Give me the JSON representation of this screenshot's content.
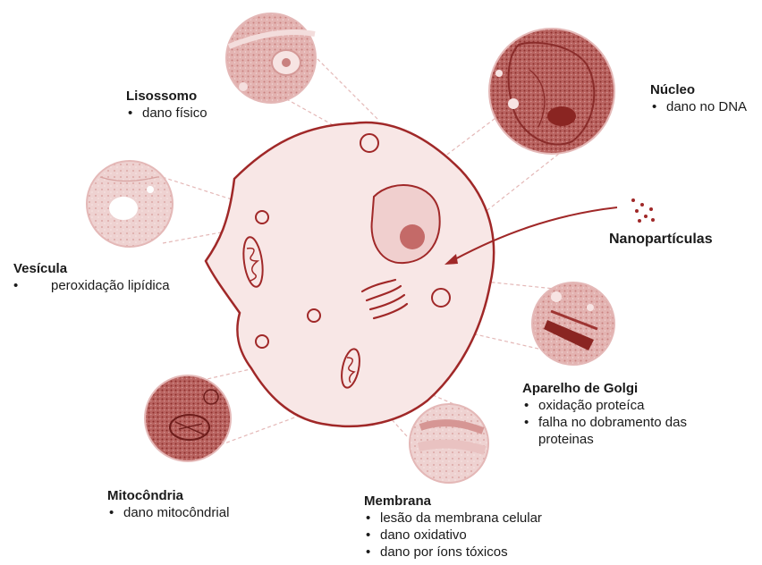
{
  "colors": {
    "accent": "#a02828",
    "cell_fill": "#f8e7e6",
    "nucleus_fill": "#f0cfce",
    "nucleolus": "#c46a68",
    "leader": "#e4b8b7"
  },
  "organelles": [
    {
      "id": "lisossomo",
      "title": "Lisossomo",
      "items": [
        "dano físico"
      ]
    },
    {
      "id": "nucleo",
      "title": "Núcleo",
      "items": [
        "dano no DNA"
      ]
    },
    {
      "id": "vesicula",
      "title": "Vesícula",
      "items": [
        "peroxidação lipídica"
      ]
    },
    {
      "id": "golgi",
      "title": "Aparelho de Golgi",
      "items": [
        "oxidação proteíca",
        "falha no dobramento das proteinas"
      ]
    },
    {
      "id": "mitocondria",
      "title": "Mitocôndria",
      "items": [
        "dano mitocôndrial"
      ]
    },
    {
      "id": "membrana",
      "title": "Membrana",
      "items": [
        "lesão da membrana celular",
        "dano oxidativo",
        "dano por íons tóxicos"
      ]
    }
  ],
  "nanoparticles": {
    "label": "Nanopartículas"
  }
}
